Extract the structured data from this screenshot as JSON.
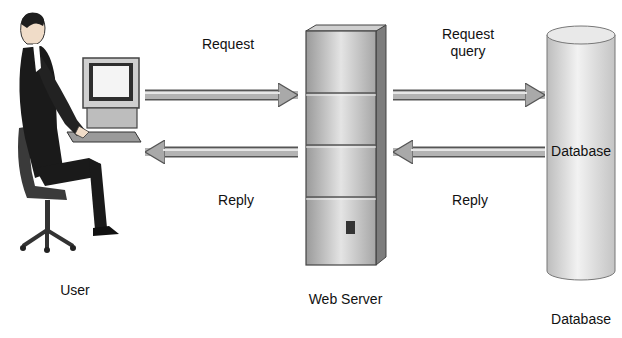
{
  "diagram": {
    "nodes": [
      {
        "text": [
          "User"
        ]
      },
      {
        "text": [
          "Web Server"
        ]
      },
      {
        "text": [
          "Database",
          "Database"
        ]
      }
    ],
    "edges": [
      {
        "from": 0,
        "to": 1,
        "label": "Request",
        "arrow": "to"
      },
      {
        "from": 1,
        "to": 0,
        "label": "Reply",
        "arrow": "to"
      },
      {
        "from": 1,
        "to": 2,
        "label": "Request query",
        "arrow": "to"
      },
      {
        "from": 2,
        "to": 1,
        "label": "Reply",
        "arrow": "to"
      }
    ]
  }
}
